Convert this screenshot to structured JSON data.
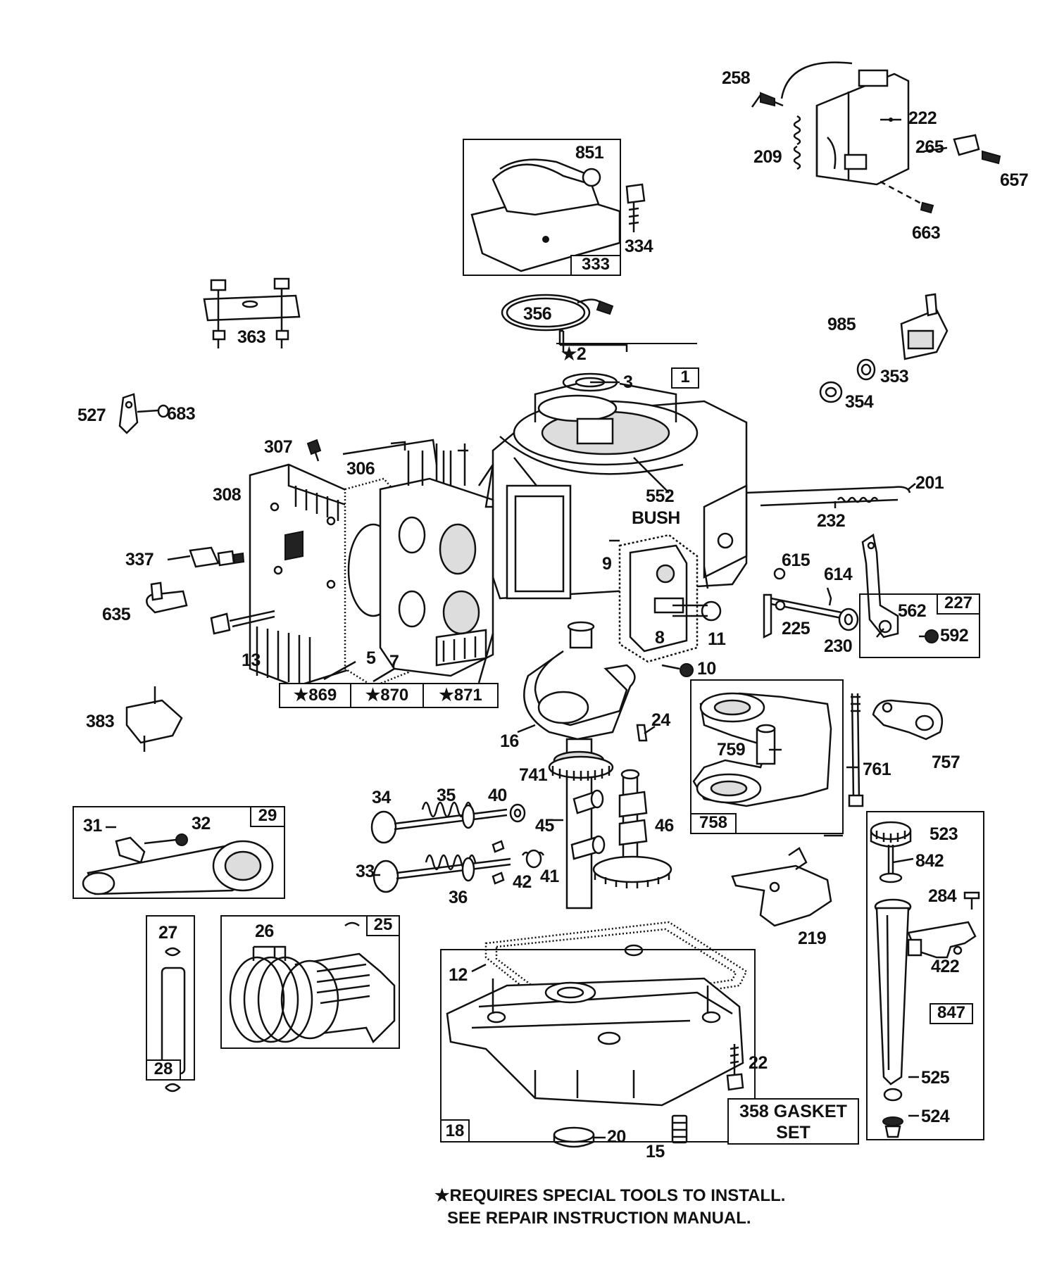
{
  "parts": [
    {
      "id": "p258",
      "label": "258"
    },
    {
      "id": "p222",
      "label": "222"
    },
    {
      "id": "p209",
      "label": "209"
    },
    {
      "id": "p265",
      "label": "265"
    },
    {
      "id": "p657",
      "label": "657"
    },
    {
      "id": "p663",
      "label": "663"
    },
    {
      "id": "p851",
      "label": "851"
    },
    {
      "id": "p334",
      "label": "334"
    },
    {
      "id": "p356",
      "label": "356"
    },
    {
      "id": "p363",
      "label": "363"
    },
    {
      "id": "p985",
      "label": "985"
    },
    {
      "id": "p353",
      "label": "353"
    },
    {
      "id": "p354",
      "label": "354"
    },
    {
      "id": "p2",
      "label": "★2"
    },
    {
      "id": "p3",
      "label": "3"
    },
    {
      "id": "p527",
      "label": "527"
    },
    {
      "id": "p683",
      "label": "683"
    },
    {
      "id": "p307",
      "label": "307"
    },
    {
      "id": "p306",
      "label": "306"
    },
    {
      "id": "p308",
      "label": "308"
    },
    {
      "id": "p552",
      "label": "552"
    },
    {
      "id": "pbush",
      "label": "BUSH"
    },
    {
      "id": "p201",
      "label": "201"
    },
    {
      "id": "p232",
      "label": "232"
    },
    {
      "id": "p337",
      "label": "337"
    },
    {
      "id": "p9",
      "label": "9"
    },
    {
      "id": "p615",
      "label": "615"
    },
    {
      "id": "p614",
      "label": "614"
    },
    {
      "id": "p635",
      "label": "635"
    },
    {
      "id": "p225",
      "label": "225"
    },
    {
      "id": "p562",
      "label": "562"
    },
    {
      "id": "p592",
      "label": "592"
    },
    {
      "id": "p230",
      "label": "230"
    },
    {
      "id": "p8",
      "label": "8"
    },
    {
      "id": "p11",
      "label": "11"
    },
    {
      "id": "p13",
      "label": "13"
    },
    {
      "id": "p5",
      "label": "5"
    },
    {
      "id": "p7",
      "label": "7"
    },
    {
      "id": "p10",
      "label": "10"
    },
    {
      "id": "p383",
      "label": "383"
    },
    {
      "id": "p24",
      "label": "24"
    },
    {
      "id": "p16",
      "label": "16"
    },
    {
      "id": "p759",
      "label": "759"
    },
    {
      "id": "p761",
      "label": "761"
    },
    {
      "id": "p757",
      "label": "757"
    },
    {
      "id": "p741",
      "label": "741"
    },
    {
      "id": "p34",
      "label": "34"
    },
    {
      "id": "p35",
      "label": "35"
    },
    {
      "id": "p40",
      "label": "40"
    },
    {
      "id": "p31",
      "label": "31"
    },
    {
      "id": "p32",
      "label": "32"
    },
    {
      "id": "p45",
      "label": "45"
    },
    {
      "id": "p46",
      "label": "46"
    },
    {
      "id": "p523",
      "label": "523"
    },
    {
      "id": "p33",
      "label": "33"
    },
    {
      "id": "p42",
      "label": "42"
    },
    {
      "id": "p41",
      "label": "41"
    },
    {
      "id": "p842",
      "label": "842"
    },
    {
      "id": "p36",
      "label": "36"
    },
    {
      "id": "p284",
      "label": "284"
    },
    {
      "id": "p27",
      "label": "27"
    },
    {
      "id": "p26",
      "label": "26"
    },
    {
      "id": "p219",
      "label": "219"
    },
    {
      "id": "p422",
      "label": "422"
    },
    {
      "id": "p12",
      "label": "12"
    },
    {
      "id": "p22",
      "label": "22"
    },
    {
      "id": "p525",
      "label": "525"
    },
    {
      "id": "p524",
      "label": "524"
    },
    {
      "id": "p20",
      "label": "20"
    },
    {
      "id": "p15",
      "label": "15"
    }
  ],
  "group_tags": {
    "t333": "333",
    "t1": "1",
    "t227": "227",
    "t869": "★869",
    "t870": "★870",
    "t871": "★871",
    "t29": "29",
    "t758": "758",
    "t25": "25",
    "t28": "28",
    "t847": "847",
    "t18": "18",
    "t358": "358 GASKET SET"
  },
  "footnote": {
    "line1": "★REQUIRES SPECIAL TOOLS TO INSTALL.",
    "line2": "SEE REPAIR INSTRUCTION MANUAL."
  }
}
